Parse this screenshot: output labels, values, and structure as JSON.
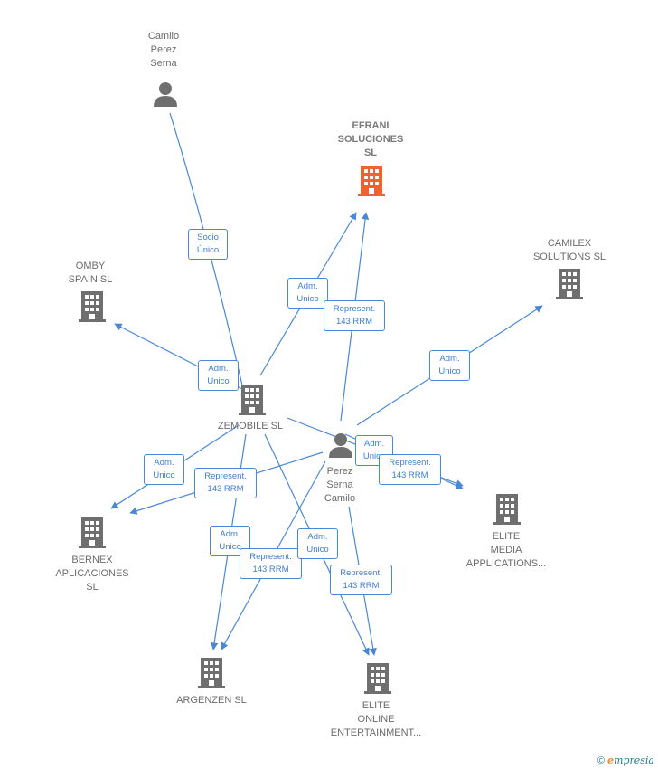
{
  "colors": {
    "edge": "#4a88d6",
    "node_gray": "#6f6f6f",
    "node_highlight": "#f2622e"
  },
  "nodes": {
    "camilo_top": {
      "label": "Camilo\nPerez\nSerna",
      "icon": "person-icon"
    },
    "efrani": {
      "label": "EFRANI\nSOLUCIONES\nSL",
      "icon": "building-icon",
      "highlight": true
    },
    "camilex": {
      "label": "CAMILEX\nSOLUTIONS SL",
      "icon": "building-icon"
    },
    "omby": {
      "label": "OMBY\nSPAIN  SL",
      "icon": "building-icon"
    },
    "zemobile": {
      "label": "ZEMOBILE  SL",
      "icon": "building-icon"
    },
    "perez": {
      "label": "Perez\nSerna\nCamilo",
      "icon": "person-icon"
    },
    "elite_media": {
      "label": "ELITE\nMEDIA\nAPPLICATIONS...",
      "icon": "building-icon"
    },
    "bernex": {
      "label": "BERNEX\nAPLICACIONES\nSL",
      "icon": "building-icon"
    },
    "argenzen": {
      "label": "ARGENZEN  SL",
      "icon": "building-icon"
    },
    "elite_online": {
      "label": "ELITE\nONLINE\nENTERTAINMENT...",
      "icon": "building-icon"
    }
  },
  "edge_labels": {
    "socio": "Socio\nÚnico",
    "adm_efrani": "Adm.\nUnico",
    "rep_efrani": "Represent.\n143 RRM",
    "adm_camilex": "Adm.\nUnico",
    "adm_omby": "Adm.\nUnico",
    "adm_media": "Adm.\nUnico",
    "rep_media": "Represent.\n143 RRM",
    "adm_bernex": "Adm.\nUnico",
    "rep_bernex": "Represent.\n143 RRM",
    "adm_arg": "Adm.\nUnico",
    "rep_arg": "Represent.\n143 RRM",
    "adm_online": "Adm.\nUnico",
    "rep_online": "Represent.\n143 RRM"
  },
  "footer": {
    "copyright": "©",
    "brand_initial": "e",
    "brand_rest": "mpresia"
  }
}
